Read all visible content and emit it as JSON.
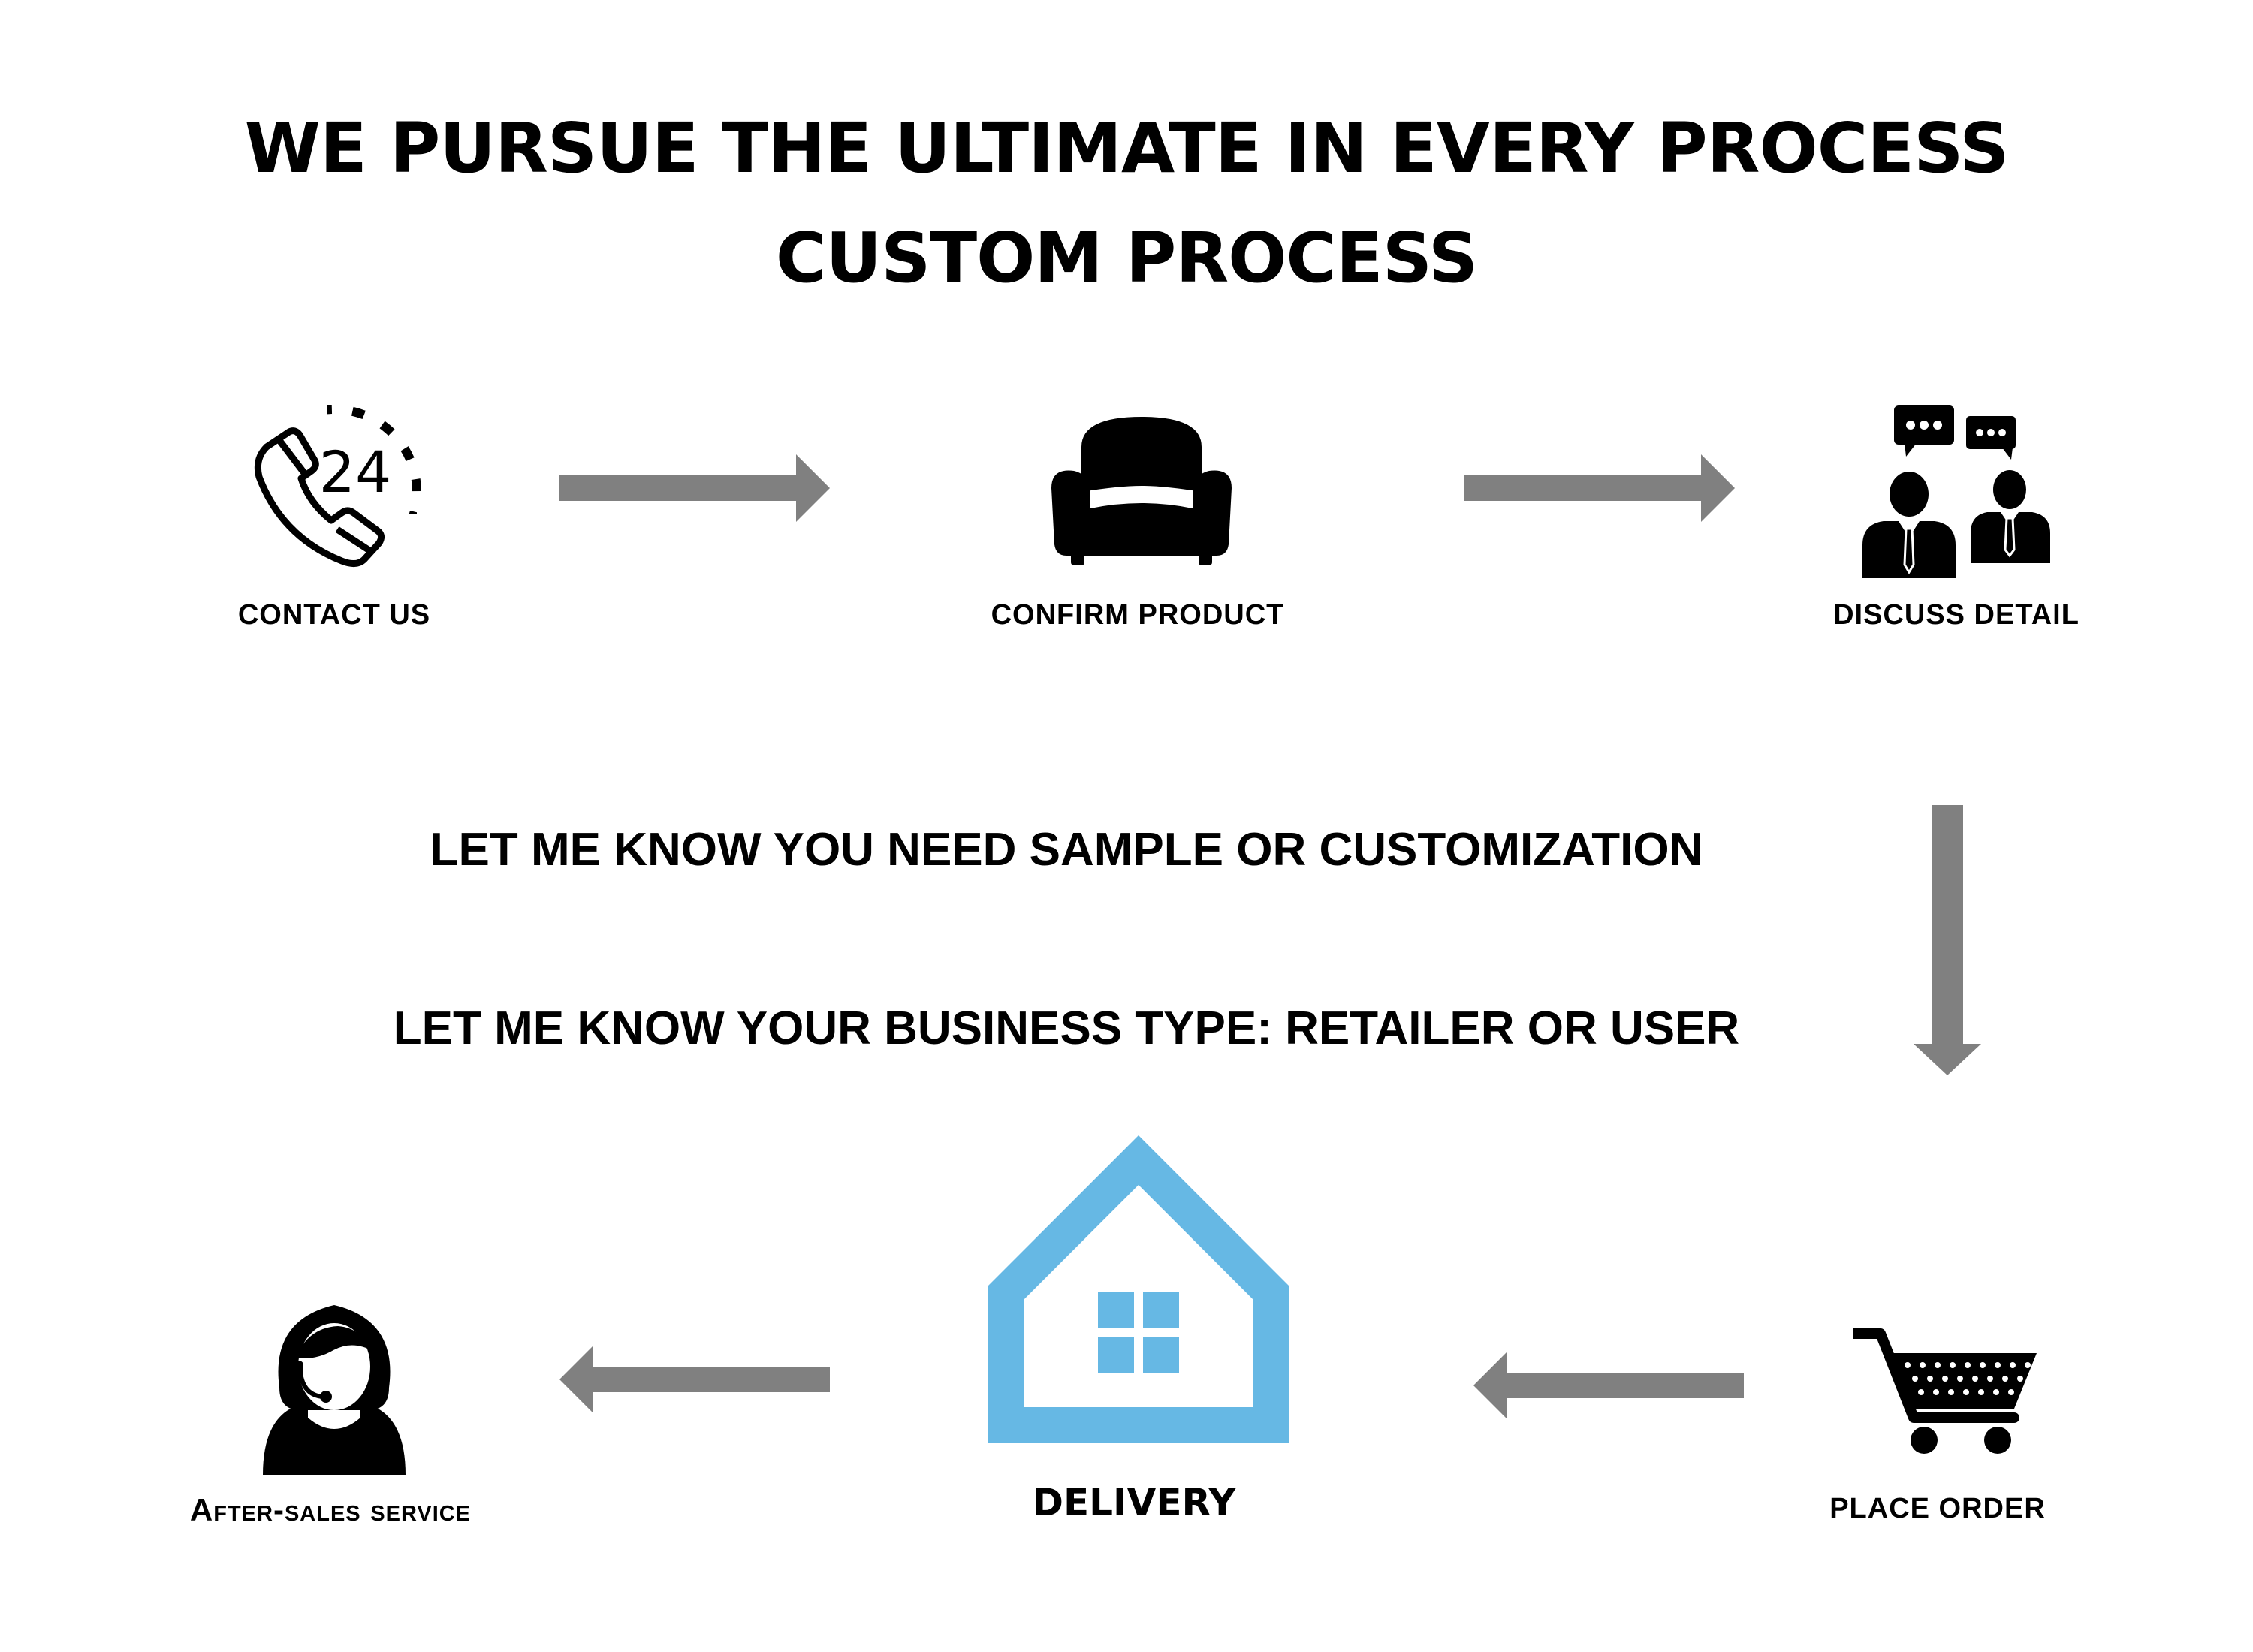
{
  "title": {
    "line1": "WE PURSUE THE ULTIMATE IN EVERY PROCESS",
    "line2": "CUSTOM PROCESS"
  },
  "steps": [
    {
      "label": "CONTACT US",
      "icon": "phone-24-icon"
    },
    {
      "label": "CONFIRM PRODUCT",
      "icon": "sofa-icon"
    },
    {
      "label": "DISCUSS DETAIL",
      "icon": "business-discussion-icon"
    },
    {
      "label": "PLACE ORDER",
      "icon": "shopping-cart-icon"
    },
    {
      "label": "DELIVERY",
      "icon": "house-icon"
    },
    {
      "label": "After-sales service",
      "icon": "support-agent-icon"
    }
  ],
  "notes": [
    "LET ME KNOW YOU NEED SAMPLE OR CUSTOMIZATION",
    "LET ME KNOW YOUR BUSINESS TYPE: RETAILER OR USER"
  ],
  "colors": {
    "arrow": "#808080",
    "house": "#66b8e4",
    "text": "#000000"
  }
}
